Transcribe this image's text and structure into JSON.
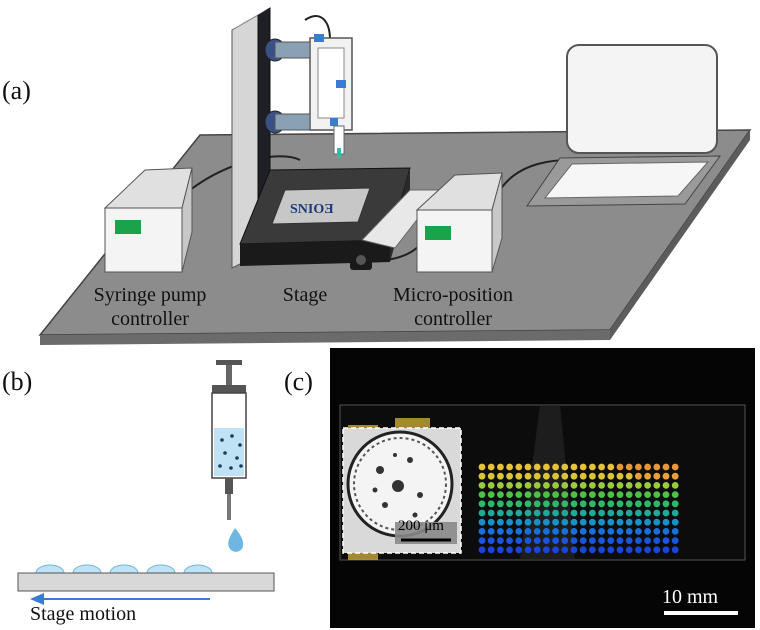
{
  "panels": {
    "a": {
      "label": "(a)"
    },
    "b": {
      "label": "(b)"
    },
    "c": {
      "label": "(c)"
    }
  },
  "setup": {
    "syringe_pump_controller": "Syringe pump\ncontroller",
    "stage": "Stage",
    "micro_position_controller": "Micro-position\ncontroller",
    "stage_slide_text": "SNIOƎ"
  },
  "schematic": {
    "stage_motion": "Stage motion"
  },
  "photo": {
    "inset_scale": "200 μm",
    "scale_bar": "10 mm"
  },
  "colors": {
    "table": "#8c8c8c",
    "panel": "#1e1e26",
    "indicator": "#1aa34a",
    "stage_motion_arrow": "#3a7bd5",
    "droplet": "#6fb7e0"
  }
}
